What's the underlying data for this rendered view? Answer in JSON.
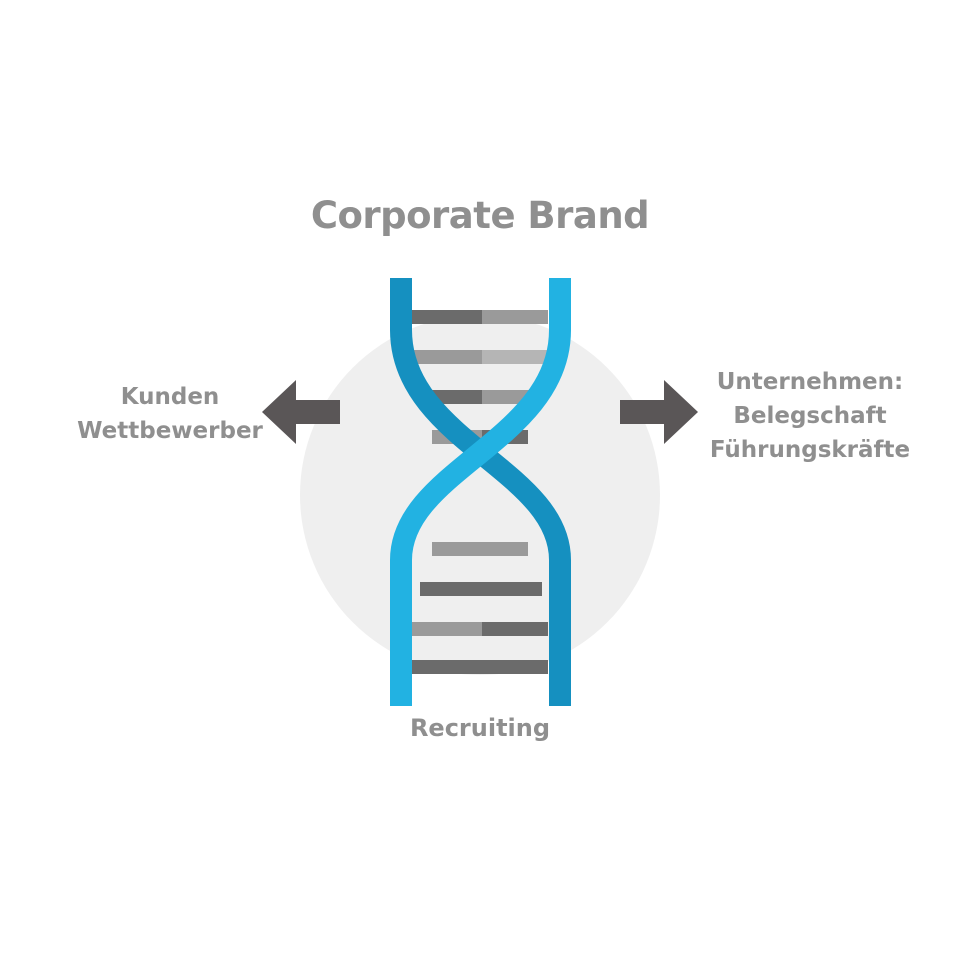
{
  "title": "Corporate Brand",
  "bottom_label": "Recruiting",
  "left_labels": [
    "Kunden",
    "Wettbewerber"
  ],
  "right_labels": [
    "Unternehmen:",
    "Belegschaft",
    "Führungskräfte"
  ],
  "colors": {
    "strand": "#1ea7d6",
    "strand_dark": "#1590c0",
    "rung_dark": "#6b6b6b",
    "rung_light": "#9a9a9a",
    "arrow": "#5a5657",
    "circle": "#efefef",
    "text": "#8f8f8f"
  }
}
